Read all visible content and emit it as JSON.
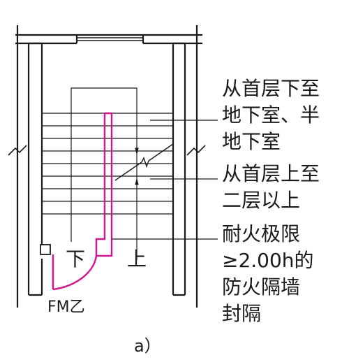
{
  "labels": {
    "down_part": [
      "从首层下至",
      "地下室、半",
      "地下室"
    ],
    "up_part": [
      "从首层上至",
      "二层以上"
    ],
    "wall_part": [
      "耐火极限",
      "≥2.00h的",
      "防火隔墙",
      "封隔"
    ],
    "stair_down": "下",
    "stair_up": "上",
    "door_code": "FM乙",
    "caption": "a）"
  },
  "colors": {
    "line": "#1a1a1a",
    "partition": "#d4148c"
  }
}
